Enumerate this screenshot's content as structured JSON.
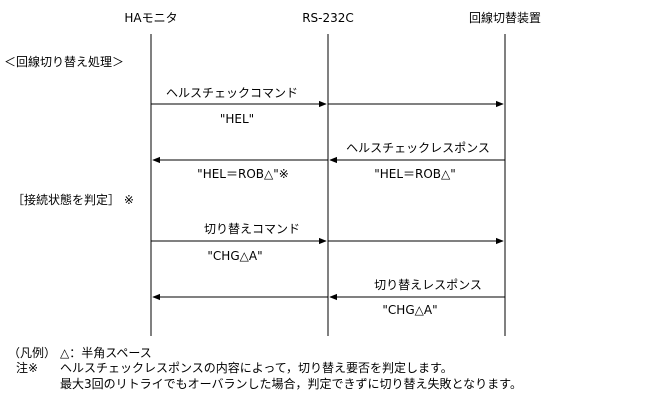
{
  "participants": [
    "HAモニタ",
    "RS-232C",
    "回線切替装置"
  ],
  "section_title": "＜回線切り替え処理＞",
  "messages": [
    {
      "label": "ヘルスチェックコマンド",
      "data": "\"HEL\""
    },
    {
      "label": "ヘルスチェックレスポンス",
      "data": "\"HEL＝ROB△\"",
      "data_left": "\"HEL＝ROB△\"※"
    },
    {
      "label": "切り替えコマンド",
      "data": "\"CHG△A\""
    },
    {
      "label": "切り替えレスポンス",
      "data": "\"CHG△A\""
    }
  ],
  "state_label": "［接続状態を判定］ ※",
  "legend": {
    "prefix": "（凡例）",
    "text": "△：半角スペース"
  },
  "note": {
    "prefix": "注※",
    "line1": "ヘルスチェックレスポンスの内容によって，切り替え要否を判定します。",
    "line2": "最大3回のリトライでもオーバランした場合，判定できずに切り替え失敗となります。"
  }
}
